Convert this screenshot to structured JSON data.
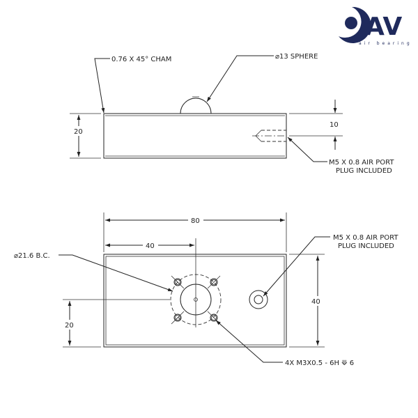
{
  "logo": {
    "mark": "AV",
    "tagline": "air bearing",
    "color": "#1f2a5c"
  },
  "side_view": {
    "chamfer_note": "0.76 X 45° CHAM",
    "sphere_note": "⌀13 SPHERE",
    "height_dim": "20",
    "port_height_dim": "10",
    "air_port_note_line1": "M5 X 0.8 AIR PORT",
    "air_port_note_line2": "PLUG INCLUDED"
  },
  "top_view": {
    "length_dim": "80",
    "center_dim": "40",
    "width_dim": "40",
    "center_height_dim": "20",
    "bolt_circle_note": "⌀21.6 B.C.",
    "air_port_note_line1": "M5 X 0.8 AIR PORT",
    "air_port_note_line2": "PLUG INCLUDED",
    "thread_note": "4X M3X0.5 - 6H ⟱ 6"
  }
}
